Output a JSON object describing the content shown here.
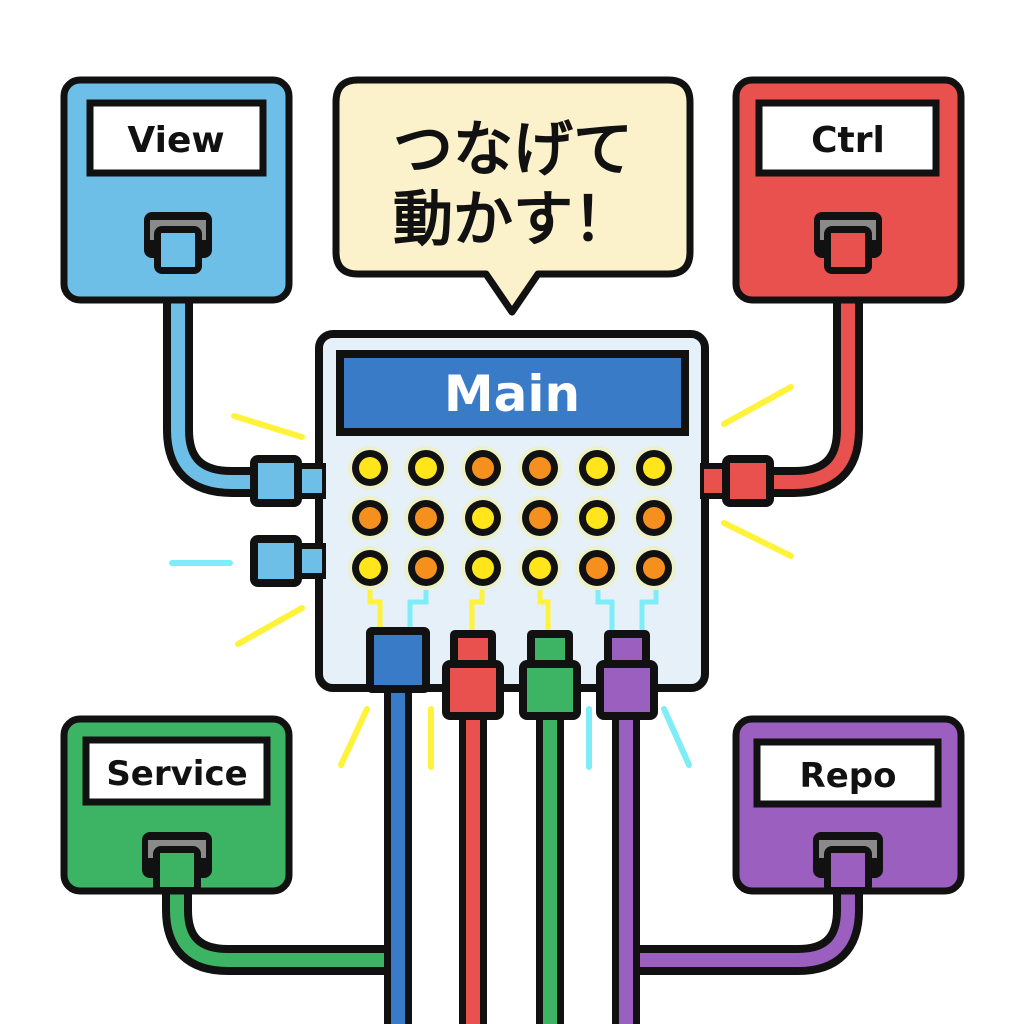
{
  "bubble": {
    "line1": "つなげて",
    "line2": "動かす！",
    "fill": "#FBF2CB"
  },
  "main": {
    "title": "Main",
    "title_color": "#3A7BC8",
    "panel_fill": "#E6F0F9",
    "leds": [
      [
        "yellow",
        "yellow",
        "orange",
        "orange",
        "yellow",
        "yellow"
      ],
      [
        "orange",
        "orange",
        "yellow",
        "orange",
        "yellow",
        "orange"
      ],
      [
        "yellow",
        "orange",
        "yellow",
        "yellow",
        "orange",
        "orange"
      ]
    ]
  },
  "colors": {
    "outline": "#111111",
    "led_yellow": "#FFE51A",
    "led_orange": "#F5901E",
    "spark_yellow": "#FFF23A",
    "spark_cyan": "#7FEDF8",
    "port_gray": "#8A8A8A"
  },
  "modules": [
    {
      "id": "view",
      "label": "View",
      "color": "#6DBFE8"
    },
    {
      "id": "ctrl",
      "label": "Ctrl",
      "color": "#E8514E"
    },
    {
      "id": "service",
      "label": "Service",
      "color": "#3DB364"
    },
    {
      "id": "repo",
      "label": "Repo",
      "color": "#9B5FC0"
    }
  ],
  "bottom_cables": [
    {
      "id": "blue",
      "color": "#3A7BC8"
    },
    {
      "id": "red",
      "color": "#E8514E"
    },
    {
      "id": "green",
      "color": "#3DB364"
    },
    {
      "id": "purple",
      "color": "#9B5FC0"
    }
  ]
}
